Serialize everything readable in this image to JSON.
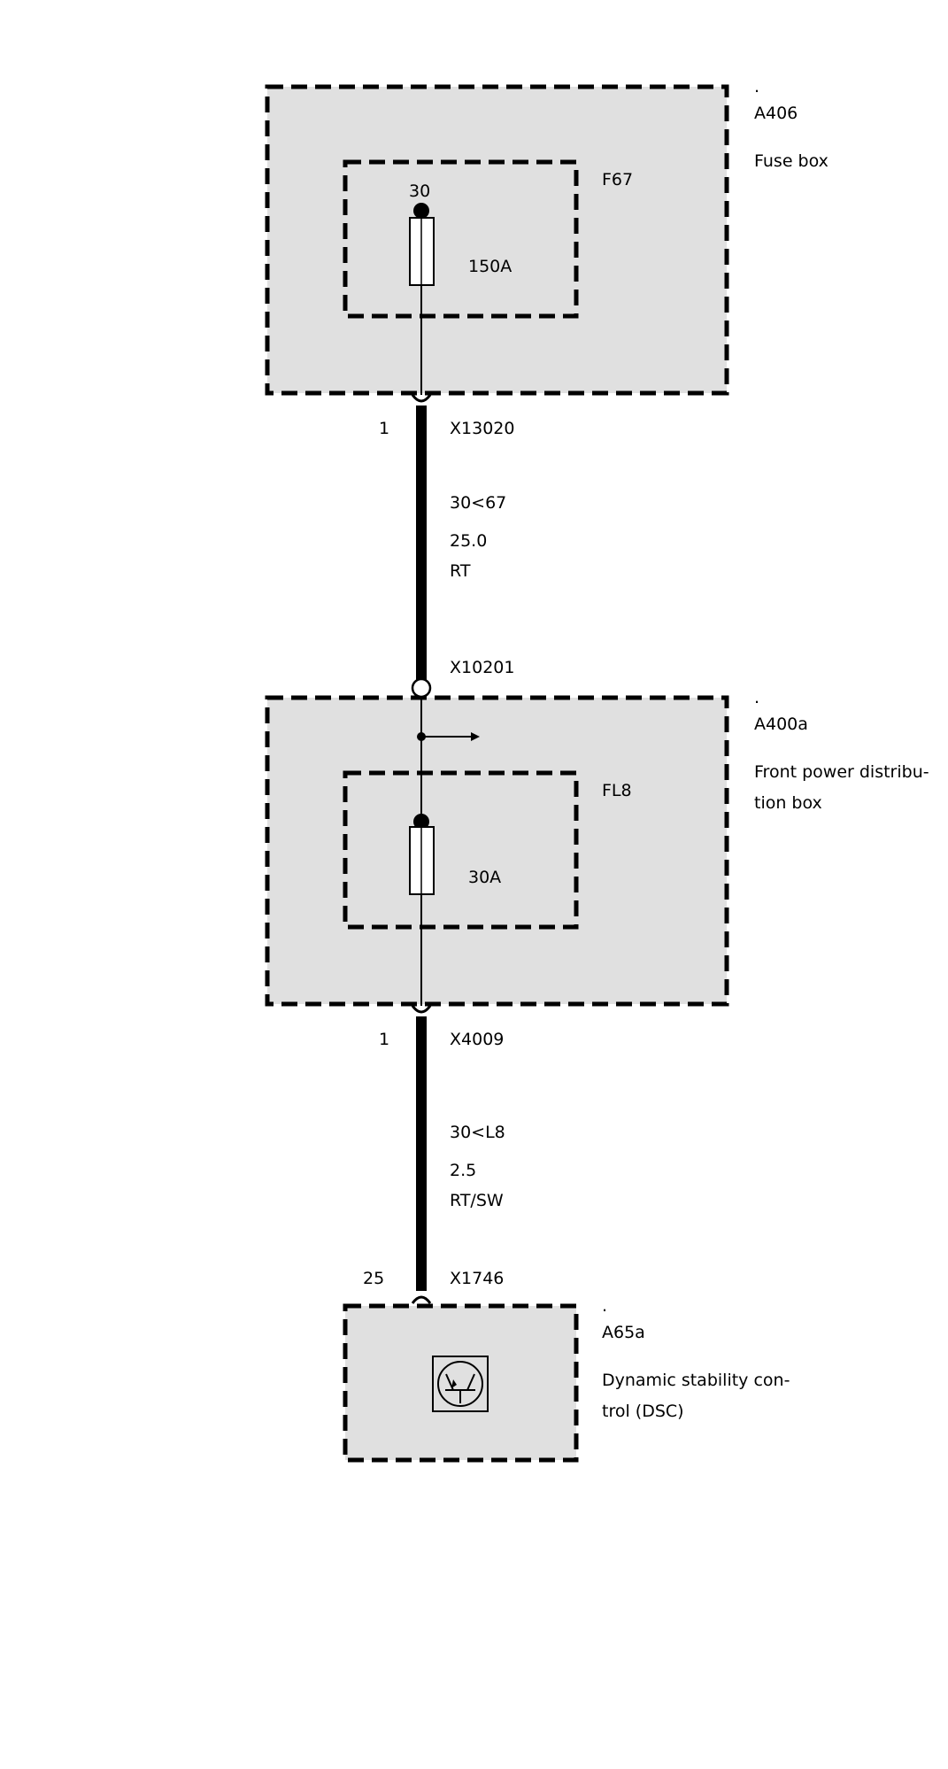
{
  "colors": {
    "box_fill": "#e0e0e0",
    "line": "#000000",
    "background": "#ffffff"
  },
  "components": {
    "fuse_box": {
      "dot": ".",
      "id": "A406",
      "name": "Fuse box"
    },
    "front_power_distribution_box": {
      "dot": ".",
      "id": "A400a",
      "name_line1": "Front power distribu-",
      "name_line2": "tion box"
    },
    "dsc": {
      "dot": ".",
      "id": "A65a",
      "name_line1": "Dynamic stability con-",
      "name_line2": "trol (DSC)",
      "icon": "transistor-icon"
    }
  },
  "fuses": {
    "f67": {
      "id": "F67",
      "terminal": "30",
      "rating": "150A"
    },
    "fl8": {
      "id": "FL8",
      "rating": "30A"
    }
  },
  "connectors": {
    "x13020": {
      "id": "X13020",
      "pin": "1"
    },
    "x10201": {
      "id": "X10201"
    },
    "x4009": {
      "id": "X4009",
      "pin": "1"
    },
    "x1746": {
      "id": "X1746",
      "pin": "25"
    }
  },
  "wires": {
    "wire1": {
      "signal": "30<67",
      "cross_section": "25.0",
      "color": "RT"
    },
    "wire2": {
      "signal": "30<L8",
      "cross_section": "2.5",
      "color": "RT/SW"
    }
  }
}
